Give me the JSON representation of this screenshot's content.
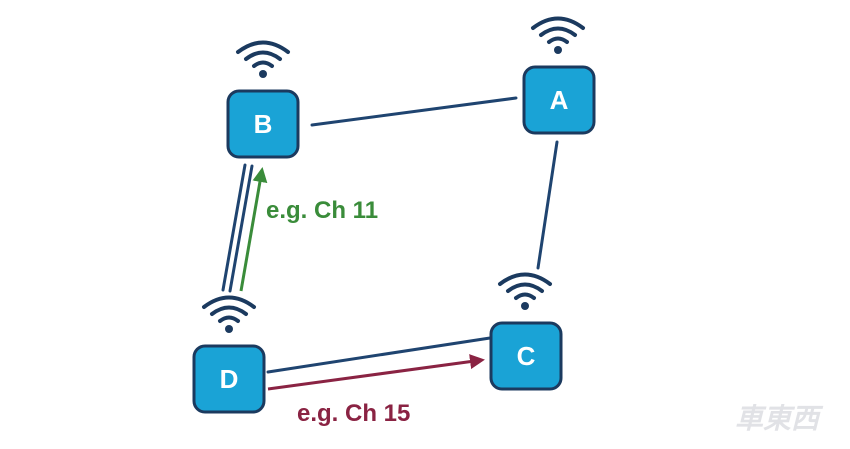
{
  "nodes": [
    {
      "id": "B",
      "label": "B"
    },
    {
      "id": "A",
      "label": "A"
    },
    {
      "id": "D",
      "label": "D"
    },
    {
      "id": "C",
      "label": "C"
    }
  ],
  "links": [
    {
      "from": "B",
      "to": "A"
    },
    {
      "from": "A",
      "to": "C"
    },
    {
      "from": "B",
      "to": "D"
    },
    {
      "from": "D",
      "to": "C"
    }
  ],
  "paths": [
    {
      "from": "D",
      "to": "B",
      "label": "e.g. Ch 11",
      "color": "#3a8c3a"
    },
    {
      "from": "D",
      "to": "C",
      "label": "e.g. Ch 15",
      "color": "#8a2343"
    }
  ],
  "colors": {
    "node_fill": "#1aa3d6",
    "node_border": "#1b3a5f",
    "link": "#1f4470"
  },
  "icons": {
    "node": "wifi-icon"
  },
  "watermark": {
    "text": "車東西"
  }
}
